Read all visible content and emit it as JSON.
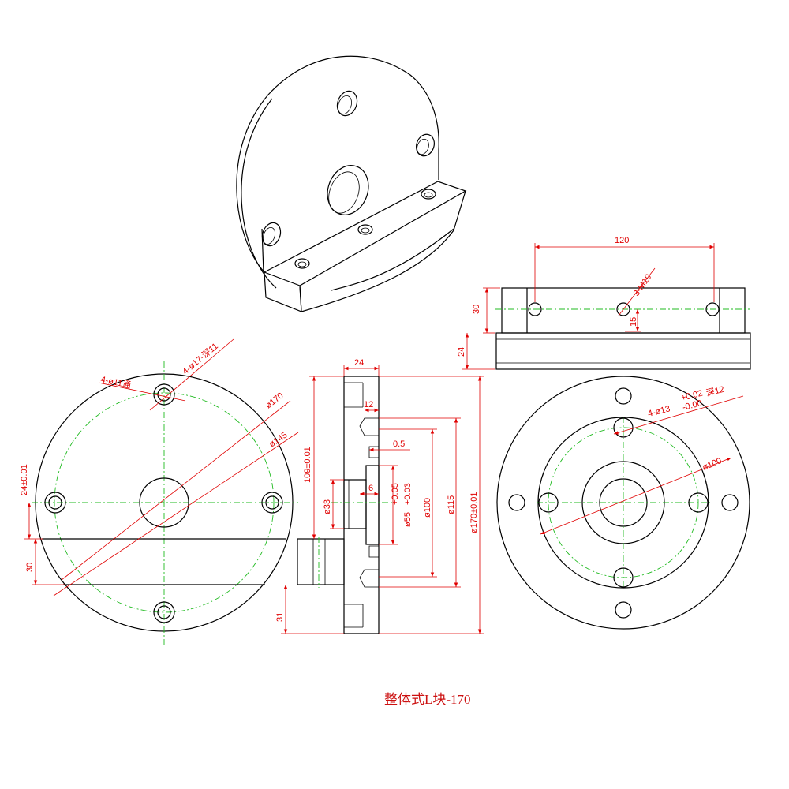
{
  "caption": "整体式L块-170",
  "colors": {
    "outline": "#000000",
    "dimension": "#e00000",
    "centerline": "#22bb22"
  },
  "dimensions": {
    "top_span": "120",
    "top_thread": "3-M10",
    "top_hole_offset": "15",
    "top_height_upper": "30",
    "top_height_lower": "24",
    "front_bolt_holes": "4-ø11通",
    "front_counterbore": "4-ø17-深11",
    "front_outer_dia": "ø170",
    "front_pcd": "ø145",
    "front_lip_height": "24±0.01",
    "front_step_height": "30",
    "side_width": "24",
    "side_height_109": "109±0.01",
    "side_height_31": "31",
    "side_12": "12",
    "side_05": "0.5",
    "side_6": "6",
    "side_dia_33": "ø33",
    "side_dia_55": "ø55",
    "side_tol_plus": "+0.05",
    "side_tol_minus": "+0.03",
    "side_dia_100": "ø100",
    "side_dia_115": "ø115",
    "side_dia_170": "ø170±0.01",
    "back_holes_a": "4-ø13",
    "back_holes_tol_plus": "+0.02",
    "back_holes_tol_minus": "-0.00",
    "back_holes_depth": "深12",
    "back_pcd": "ø100"
  }
}
